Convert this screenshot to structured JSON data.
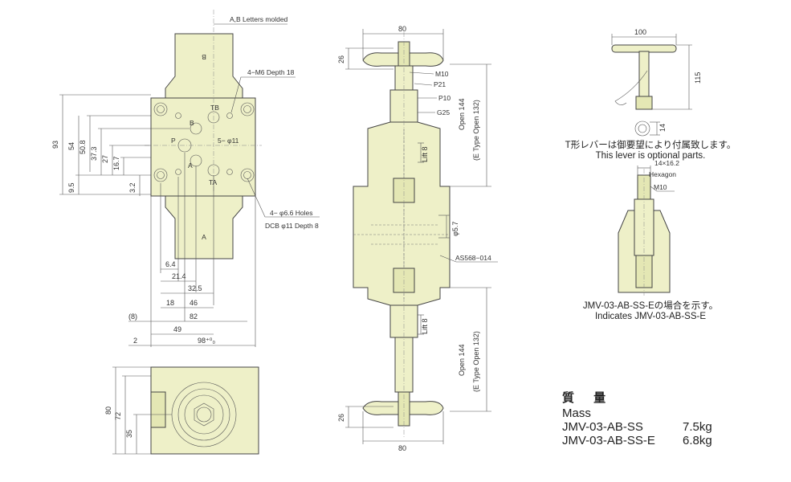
{
  "front_view": {
    "callouts": {
      "letters_molded": "A,B Letters molded",
      "m6_depth": "4−M6 Depth 18",
      "holes": "4− φ6.6 Holes",
      "counterbore": "DCB φ11 Depth 8",
      "ports": "5− φ11"
    },
    "port_letters": {
      "b_mark": "B",
      "a_mark": "A",
      "p": "P",
      "b": "B",
      "a": "A",
      "tb": "TB",
      "ta": "TA"
    },
    "vertical_dims": [
      "93",
      "54",
      "50.8",
      "37.3",
      "27",
      "16.7",
      "9.5",
      "3.2"
    ],
    "horizontal_dims": [
      "6.4",
      "21.4",
      "32.5",
      "18",
      "46",
      "82",
      "(8)",
      "49",
      "2",
      "98⁺⁰₀"
    ]
  },
  "bottom_view": {
    "vertical_dims": [
      "80",
      "72",
      "35"
    ]
  },
  "side_view": {
    "dims": {
      "top_width": "80",
      "bottom_width": "80",
      "top_height": "26",
      "bottom_height": "26",
      "lift_top": "Lift 8",
      "lift_bottom": "Lift 8",
      "seal_dia": "φ5.7"
    },
    "callouts": {
      "m10": "M10",
      "p21": "P21",
      "p10": "P10",
      "g25": "G25",
      "as568": "AS568−014"
    },
    "open_top": "Open 144",
    "open_top_e": "(E Type Open 132)",
    "open_bottom": "Open 144",
    "open_bottom_e": "(E Type Open 132)"
  },
  "lever_view": {
    "width": "100",
    "height": "115",
    "shaft_dim": "14",
    "note_jp": "T形レバーは御要望により付属致します。",
    "note_en": "This lever is optional parts."
  },
  "detail_view": {
    "hex_size": "14×16.2",
    "hex_label": "Hexagon",
    "thread": "M10",
    "note_jp": "JMV-03-AB-SS-Eの場合を示す。",
    "note_en": "Indicates JMV-03-AB-SS-E"
  },
  "mass_table": {
    "title_jp": "質 量",
    "title_en": "Mass",
    "rows": [
      {
        "model": "JMV-03-AB-SS",
        "mass": "7.5kg"
      },
      {
        "model": "JMV-03-AB-SS-E",
        "mass": "6.8kg"
      }
    ]
  },
  "colors": {
    "body_fill": "#eef0c8",
    "line": "#444444"
  }
}
